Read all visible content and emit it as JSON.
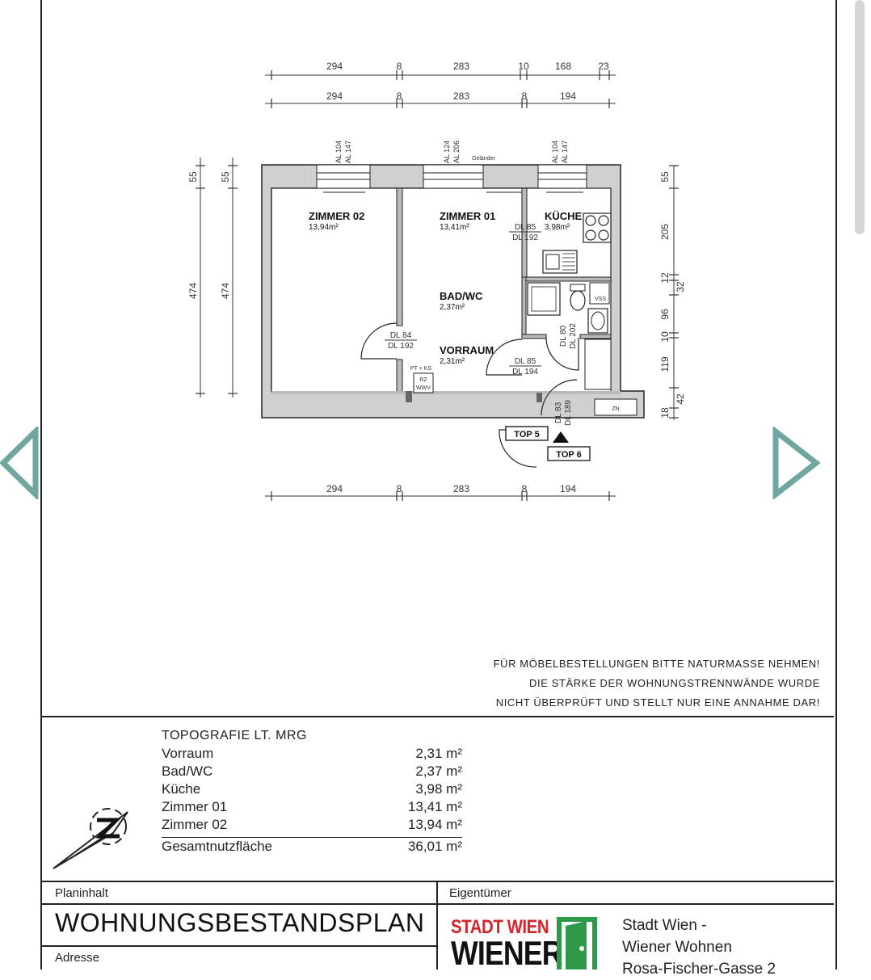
{
  "plan": {
    "dims_top1": [
      "294",
      "8",
      "283",
      "10",
      "168",
      "23"
    ],
    "dims_top2": [
      "294",
      "8",
      "283",
      "8",
      "194"
    ],
    "dims_bottom": [
      "294",
      "8",
      "283",
      "8",
      "194"
    ],
    "dims_left": [
      "55",
      "474"
    ],
    "dims_left2": [
      "55",
      "474"
    ],
    "dims_right": [
      "55",
      "205",
      "12",
      "32",
      "96",
      "10",
      "119",
      "18",
      "42"
    ],
    "windows": [
      {
        "a": "AL 104",
        "b": "AL 147"
      },
      {
        "a": "AL 124",
        "b": "AL 206"
      },
      {
        "a": "AL 104",
        "b": "AL 147"
      }
    ],
    "gelaender": "Geländer",
    "rooms": [
      {
        "name": "ZIMMER 02",
        "area": "13,94m²"
      },
      {
        "name": "ZIMMER 01",
        "area": "13,41m²"
      },
      {
        "name": "KÜCHE",
        "area": "3,98m²"
      },
      {
        "name": "BAD/WC",
        "area": "2,37m²"
      },
      {
        "name": "VORRAUM",
        "area": "2,31m²"
      }
    ],
    "doors": {
      "d1a": "DL 85",
      "d1b": "DL 192",
      "d2a": "DL 84",
      "d2b": "DL 192",
      "d3a": "DL 80",
      "d3b": "DL 202",
      "d4a": "DL 85",
      "d4b": "DL 194",
      "d5a": "DL 83",
      "d5b": "DL 189"
    },
    "small": {
      "ptks": "PT + KS",
      "wv1": "RZ",
      "wv2": "WWV",
      "vss": "VSS",
      "zn": "ZN"
    },
    "tops": [
      "TOP 5",
      "TOP 6"
    ]
  },
  "notes": [
    "FÜR MÖBELBESTELLUNGEN BITTE NATURMASSE NEHMEN!",
    "DIE STÄRKE DER WOHNUNGSTRENNWÄNDE WURDE",
    "NICHT ÜBERPRÜFT UND STELLT NUR EINE ANNAHME DAR!"
  ],
  "topography": {
    "heading": "TOPOGRAFIE LT. MRG",
    "rows": [
      {
        "label": "Vorraum",
        "value": "2,31 m²"
      },
      {
        "label": "Bad/WC",
        "value": "2,37 m²"
      },
      {
        "label": "Küche",
        "value": "3,98 m²"
      },
      {
        "label": "Zimmer 01",
        "value": "13,41 m²"
      },
      {
        "label": "Zimmer 02",
        "value": "13,94 m²"
      }
    ],
    "total": {
      "label": "Gesamtnutzfläche",
      "value": "36,01 m²"
    }
  },
  "footer": {
    "planinhalt_label": "Planinhalt",
    "plan_title": "WOHNUNGSBESTANDSPLAN",
    "adresse_label": "Adresse",
    "eigentuemer_label": "Eigentümer",
    "logo_line1": "STADT WIEN",
    "logo_line2": "WIENER",
    "owner_lines": [
      "Stadt Wien -",
      "Wiener Wohnen",
      "Rosa-Fischer-Gasse 2"
    ]
  },
  "colors": {
    "accent": "#6fa6a0",
    "logo_red": "#d4252a",
    "logo_green": "#2e9a48"
  }
}
